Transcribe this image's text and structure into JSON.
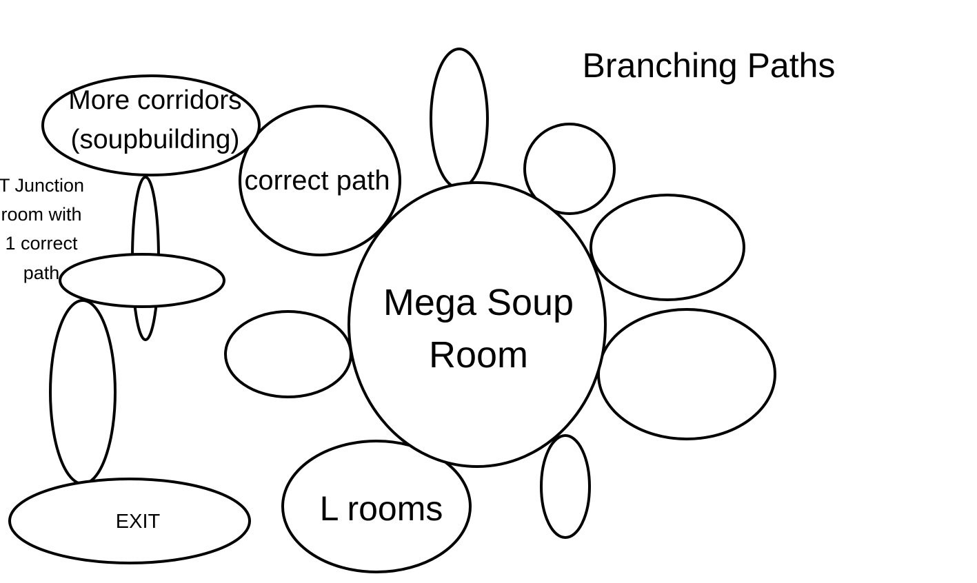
{
  "title": "Branching Paths",
  "rooms": {
    "mega_soup_room": {
      "line1": "Mega Soup",
      "line2": "Room"
    },
    "correct_path": "correct path",
    "more_corridors": {
      "line1": "More corridors",
      "line2": "(soupbuilding)"
    },
    "t_junction": {
      "line1": "T Junction",
      "line2": "room with",
      "line3": "1 correct",
      "line4": "path"
    },
    "l_rooms": "L rooms",
    "exit": "EXIT"
  },
  "colors": {
    "background": "#ffffff",
    "stroke": "#000000",
    "text": "#000000"
  }
}
